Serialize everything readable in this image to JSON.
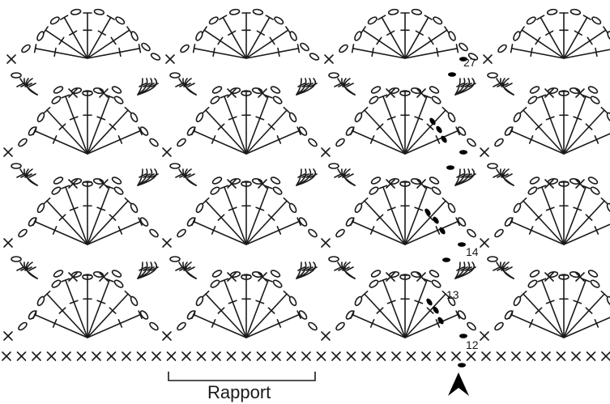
{
  "diagram": {
    "colors": {
      "ink": "#1a1a1a",
      "marker": "#000000",
      "background": "#ffffff"
    },
    "repeat_label": "Rapport",
    "row_numbers": {
      "r12": "12",
      "r13": "13",
      "r14": "14",
      "r27": "27"
    },
    "start_indicator": "arrow-up-icon"
  }
}
